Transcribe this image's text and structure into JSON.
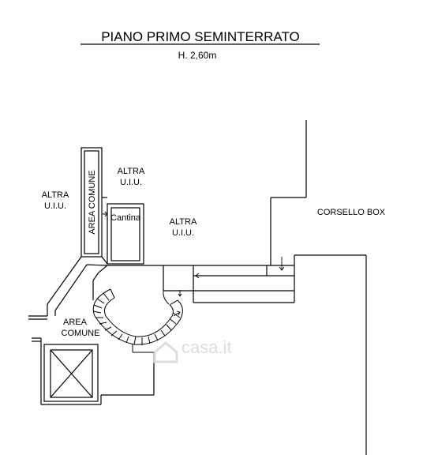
{
  "title": "PIANO PRIMO SEMINTERRATO",
  "height": "H. 2,60m",
  "labels": {
    "altra_left_1": "ALTRA",
    "altra_left_2": "U.I.U.",
    "altra_top_1": "ALTRA",
    "altra_top_2": "U.I.U.",
    "altra_mid_1": "ALTRA",
    "altra_mid_2": "U.I.U.",
    "area_comune_vertical": "AREA COMUNE",
    "cantina": "Cantina",
    "corsello_box": "CORSELLO BOX",
    "area_comune_1": "AREA",
    "area_comune_2": "COMUNE"
  },
  "watermark": "casa.it",
  "colors": {
    "line": "#000000",
    "watermark": "#d9d9d9",
    "background": "#ffffff"
  },
  "icons": {
    "watermark_logo": "house-logo-icon"
  }
}
